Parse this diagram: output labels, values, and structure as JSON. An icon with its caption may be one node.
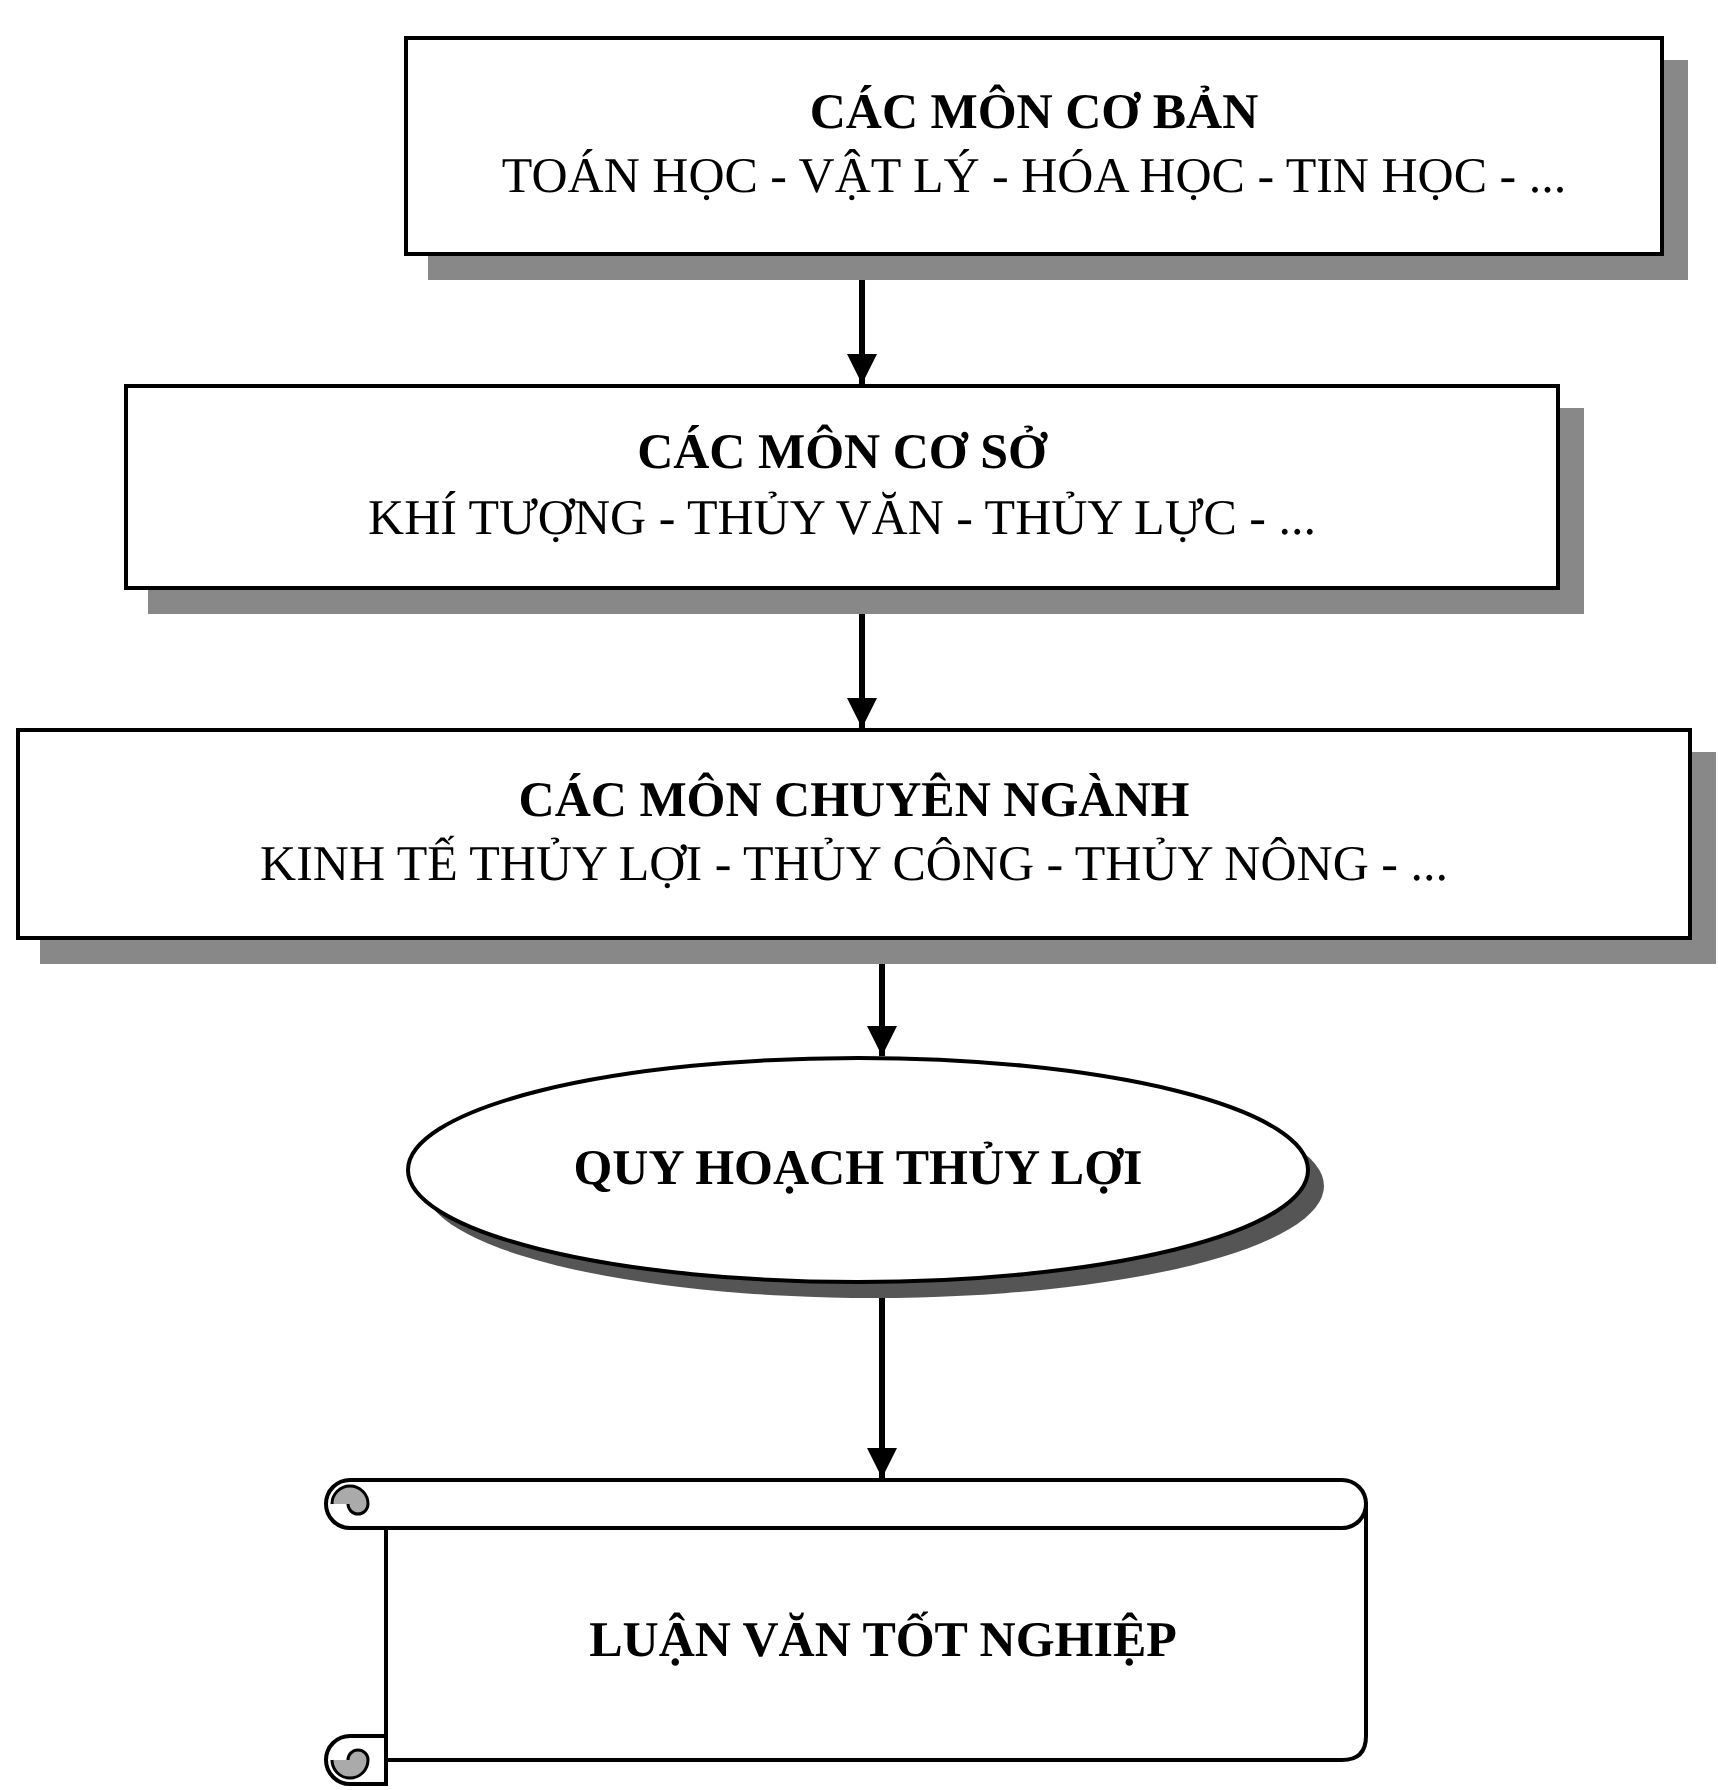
{
  "diagram": {
    "nodes": [
      {
        "text": [
          "CÁC MÔN CƠ BẢN",
          "TOÁN HỌC - VẬT LÝ - HÓA HỌC - TIN HỌC - ..."
        ]
      },
      {
        "text": [
          "CÁC MÔN CƠ SỞ",
          "KHÍ TƯỢNG - THỦY VĂN - THỦY LỰC - ..."
        ]
      },
      {
        "text": [
          "CÁC MÔN CHUYÊN NGÀNH",
          "KINH TẾ THỦY LỢI - THỦY CÔNG - THỦY NÔNG - ..."
        ]
      },
      {
        "text": [
          "QUY HOẠCH THỦY LỢI"
        ]
      },
      {
        "text": [
          "LUẬN VĂN TỐT NGHIỆP"
        ]
      }
    ],
    "edges": [
      {
        "from": 0,
        "to": 1,
        "arrow": "to"
      },
      {
        "from": 1,
        "to": 2,
        "arrow": "to"
      },
      {
        "from": 2,
        "to": 3,
        "arrow": "to"
      },
      {
        "from": 3,
        "to": 4,
        "arrow": "to"
      }
    ]
  }
}
